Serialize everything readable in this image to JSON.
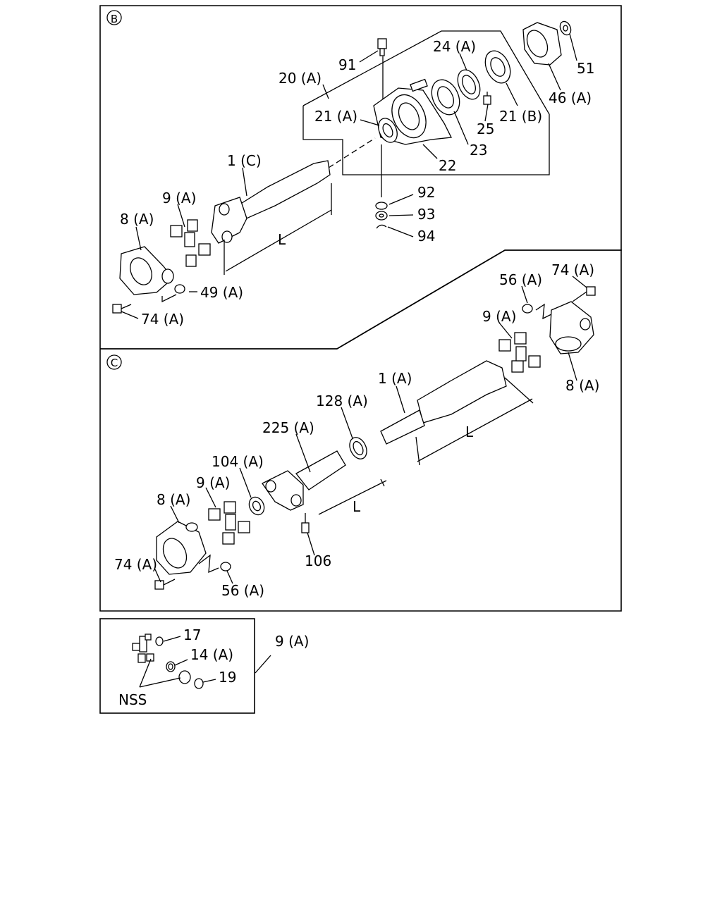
{
  "sections": {
    "b": {
      "marker": "B",
      "labels": [
        "91",
        "24 (A)",
        "51",
        "20 (A)",
        "46 (A)",
        "21 (A)",
        "21 (B)",
        "25",
        "23",
        "22",
        "1 (C)",
        "9 (A)",
        "92",
        "93",
        "94",
        "8 (A)",
        "L",
        "49 (A)",
        "74 (A)"
      ]
    },
    "c": {
      "marker": "C",
      "labels": [
        "56 (A)",
        "74 (A)",
        "9 (A)",
        "1 (A)",
        "8 (A)",
        "128 (A)",
        "225 (A)",
        "L",
        "104 (A)",
        "9 (A)",
        "8 (A)",
        "L",
        "74 (A)",
        "106",
        "56 (A)"
      ]
    },
    "detail": {
      "labels": [
        "17",
        "14 (A)",
        "19",
        "NSS"
      ],
      "callout": "9 (A)"
    }
  }
}
